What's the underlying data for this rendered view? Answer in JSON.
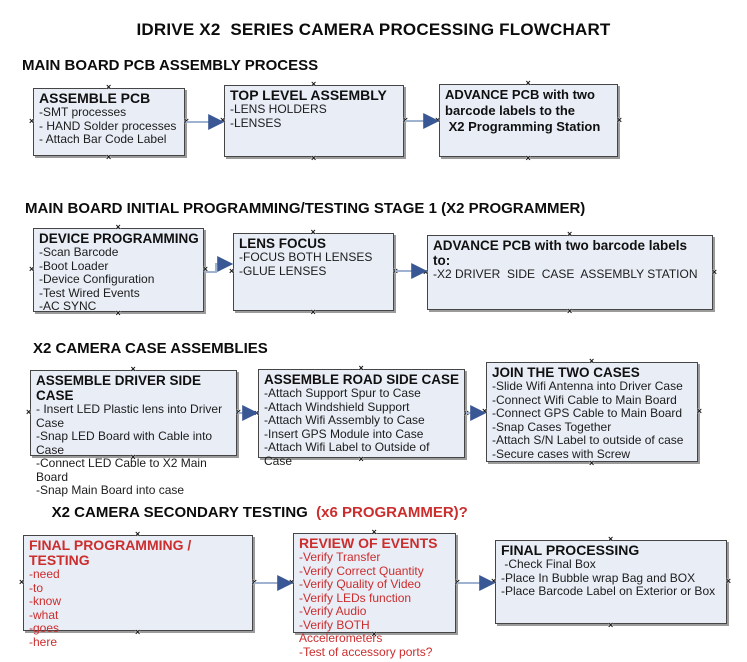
{
  "title": "IDRIVE X2  SERIES CAMERA PROCESSING FLOWCHART",
  "colors": {
    "box_fill": "#e8edf6",
    "box_border": "#454545",
    "accent_red": "#cc2d2d",
    "arrow_line": "#9fb2d0",
    "arrow_head": "#3a5795",
    "text_black": "#111111"
  },
  "sections": [
    {
      "heading": "MAIN BOARD PCB ASSEMBLY PROCESS",
      "boxes": [
        {
          "title": "ASSEMBLE PCB",
          "lines": [
            "-SMT processes",
            "- HAND Solder processes",
            "- Attach Bar Code Label"
          ]
        },
        {
          "title": "TOP LEVEL ASSEMBLY",
          "lines": [
            "-LENS HOLDERS",
            "-LENSES"
          ]
        },
        {
          "title": "ADVANCE PCB with two\nbarcode labels to the\n X2 Programming Station",
          "lines": []
        }
      ]
    },
    {
      "heading": "MAIN BOARD INITIAL PROGRAMMING/TESTING STAGE 1 (X2 PROGRAMMER)",
      "boxes": [
        {
          "title": "DEVICE PROGRAMMING",
          "lines": [
            "-Scan Barcode",
            "-Boot Loader",
            "-Device Configuration",
            "-Test Wired Events",
            "-AC SYNC"
          ]
        },
        {
          "title": "LENS FOCUS",
          "lines": [
            "-FOCUS BOTH LENSES",
            "-GLUE LENSES"
          ]
        },
        {
          "title": "ADVANCE PCB with two barcode labels to:",
          "lines": [
            "-X2 DRIVER  SIDE  CASE  ASSEMBLY STATION"
          ]
        }
      ]
    },
    {
      "heading": "X2 CAMERA CASE ASSEMBLIES",
      "boxes": [
        {
          "title": "ASSEMBLE DRIVER SIDE CASE",
          "lines": [
            "- Insert LED Plastic lens into Driver Case",
            "-Snap LED Board with Cable into Case",
            "-Connect LED Cable to X2 Main Board",
            "-Snap Main Board into case"
          ]
        },
        {
          "title": "ASSEMBLE ROAD SIDE CASE",
          "lines": [
            "-Attach Support Spur to Case",
            "-Attach Windshield Support",
            "-Attach Wifi Assembly to Case",
            "-Insert GPS Module into Case",
            "-Attach Wifi Label to Outside of Case"
          ]
        },
        {
          "title": "JOIN THE TWO CASES",
          "lines": [
            "-Slide Wifi Antenna into Driver Case",
            "-Connect Wifi Cable to Main Board",
            "-Connect GPS Cable to Main Board",
            "-Snap Cases Together",
            "-Attach S/N Label to outside of case",
            "-Secure cases with Screw"
          ]
        }
      ]
    },
    {
      "heading": "X2 CAMERA SECONDARY TESTING ",
      "heading_suffix": " (x6 PROGRAMMER)?",
      "boxes": [
        {
          "title": "FINAL PROGRAMMING / TESTING",
          "lines": [
            "-need",
            "-to",
            "-know",
            "-what",
            "-goes",
            "-here"
          ]
        },
        {
          "title": "REVIEW OF EVENTS",
          "lines": [
            "-Verify Transfer",
            "-Verify Correct Quantity",
            "-Verify Quality of Video",
            "-Verify LEDs function",
            "-Verify Audio",
            "-Verify BOTH Accelerometers",
            "-Test of accessory ports?"
          ]
        },
        {
          "title": "FINAL PROCESSING",
          "lines": [
            " -Check Final Box",
            "-Place In Bubble wrap Bag and BOX",
            "-Place Barcode Label on Exterior or Box"
          ]
        }
      ]
    }
  ]
}
